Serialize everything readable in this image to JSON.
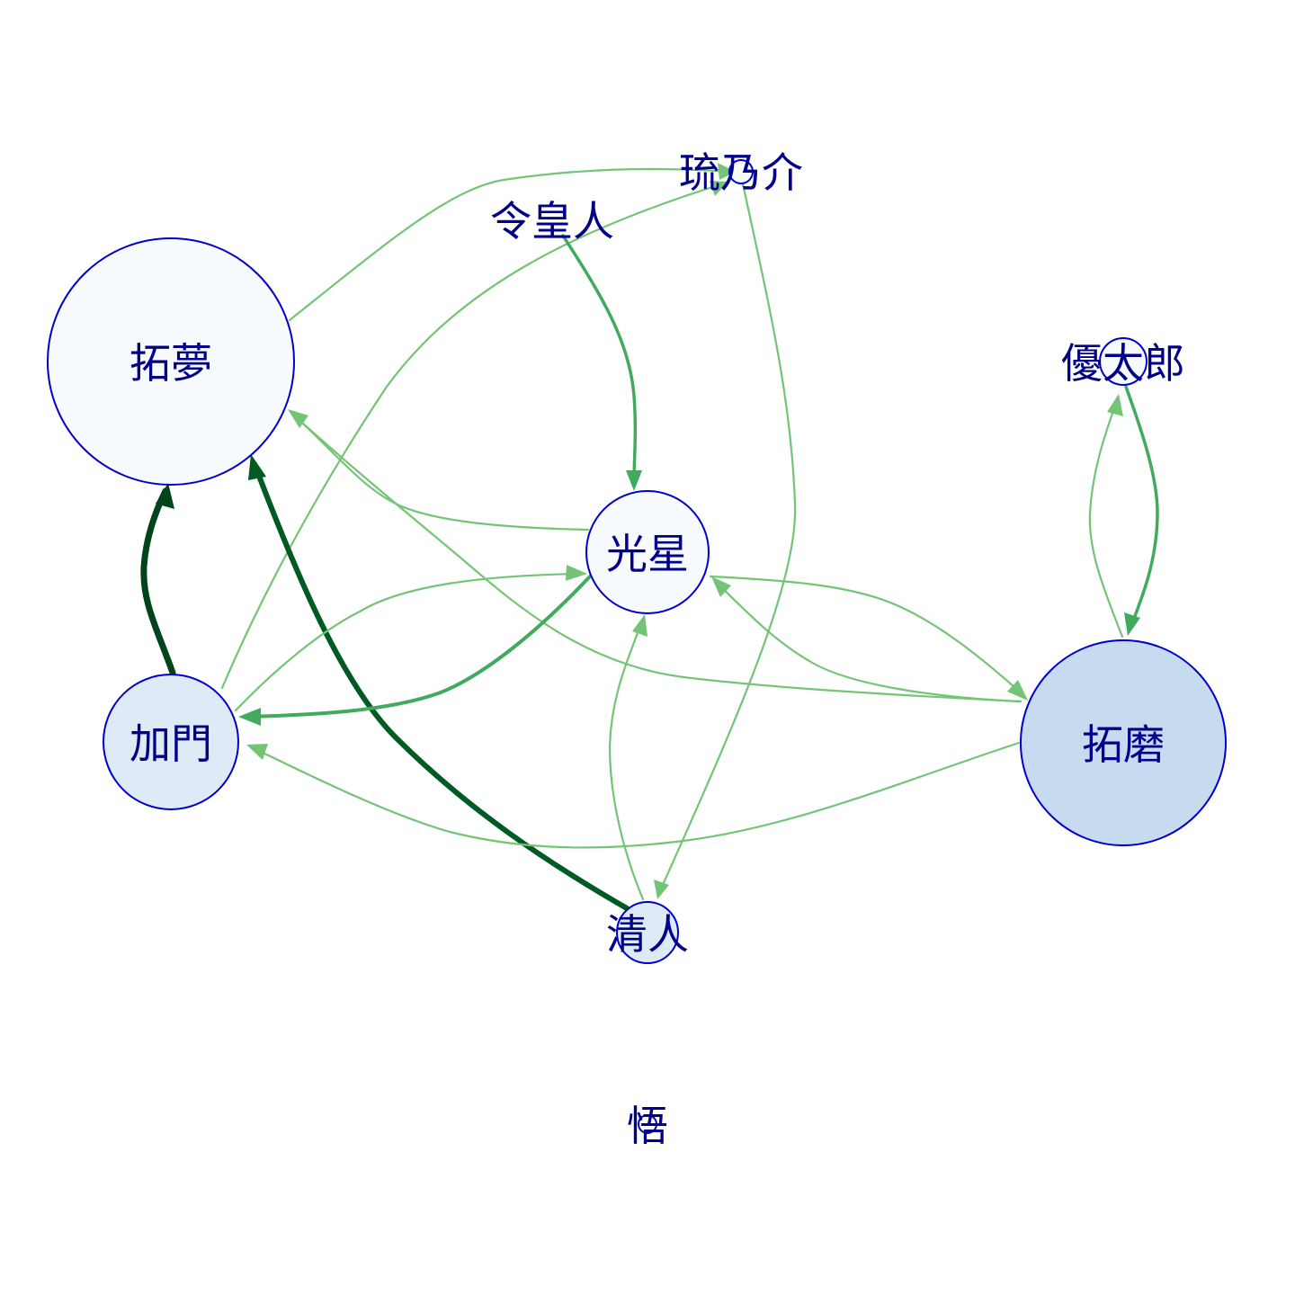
{
  "colors": {
    "node_border": "#0000cd",
    "label": "#00008b",
    "edge_light": "#74c476",
    "edge_medium": "#41ab5d",
    "edge_dark": "#00441b"
  },
  "nodes": [
    {
      "id": "takumu",
      "label": "拓夢",
      "fill": "#f7fbff"
    },
    {
      "id": "kouboshi",
      "label": "光星",
      "fill": "#f7fbff"
    },
    {
      "id": "kamon",
      "label": "加門",
      "fill": "#deebf7"
    },
    {
      "id": "takuma",
      "label": "拓磨",
      "fill": "#c6dbef"
    },
    {
      "id": "kiyoto",
      "label": "清人",
      "fill": "#deebf7"
    },
    {
      "id": "yutaro",
      "label": "優太郎",
      "fill": "#f7fbff"
    },
    {
      "id": "runosuke",
      "label": "琉乃介",
      "fill": "#f7fbff"
    },
    {
      "id": "reiouto",
      "label": "令皇人",
      "fill": "#ffffff"
    },
    {
      "id": "satoru",
      "label": "悟",
      "fill": "#ffffff"
    }
  ],
  "edges": [
    {
      "from": "takumu",
      "to": "runosuke",
      "strength": "light"
    },
    {
      "from": "kamon",
      "to": "runosuke",
      "strength": "light"
    },
    {
      "from": "runosuke",
      "to": "kiyoto",
      "strength": "light"
    },
    {
      "from": "reiouto",
      "to": "kouboshi",
      "strength": "medium"
    },
    {
      "from": "kouboshi",
      "to": "takumu",
      "strength": "light"
    },
    {
      "from": "takuma",
      "to": "takumu",
      "strength": "light"
    },
    {
      "from": "kamon",
      "to": "takumu",
      "strength": "dark"
    },
    {
      "from": "kiyoto",
      "to": "takumu",
      "strength": "dark"
    },
    {
      "from": "kamon",
      "to": "kouboshi",
      "strength": "light"
    },
    {
      "from": "kouboshi",
      "to": "kamon",
      "strength": "medium"
    },
    {
      "from": "kouboshi",
      "to": "takuma",
      "strength": "light"
    },
    {
      "from": "takuma",
      "to": "kouboshi",
      "strength": "light"
    },
    {
      "from": "takuma",
      "to": "kamon",
      "strength": "light"
    },
    {
      "from": "kiyoto",
      "to": "kouboshi",
      "strength": "light"
    },
    {
      "from": "takuma",
      "to": "yutaro",
      "strength": "light"
    },
    {
      "from": "yutaro",
      "to": "takuma",
      "strength": "medium"
    }
  ]
}
